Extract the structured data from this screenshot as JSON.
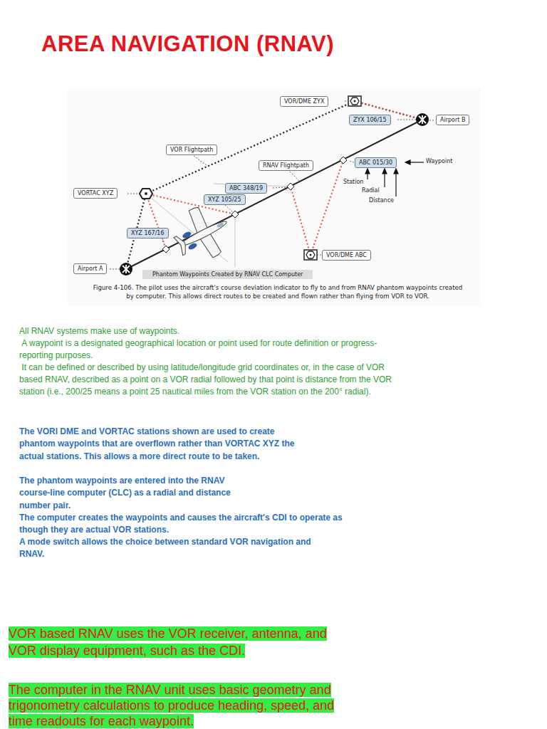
{
  "diagram": {
    "title": "AREA NAVIGATION (RNAV)",
    "caption": "Figure 4-106. The pilot uses the aircraft's course deviation indicator to fly to and from RNAV phantom waypoints created by computer. This allows direct routes to be created and flown rather than flying from VOR to VOR.",
    "nodes": [
      {
        "text": [
          "VOR/DME ZYX"
        ]
      },
      {
        "text": [
          "ZYX 106/15"
        ]
      },
      {
        "text": [
          "Airport B"
        ]
      },
      {
        "text": [
          "VOR Flightpath"
        ]
      },
      {
        "text": [
          "RNAV Flightpath"
        ]
      },
      {
        "text": [
          "ABC 015/30"
        ]
      },
      {
        "text": [
          "VORTAC XYZ"
        ]
      },
      {
        "text": [
          "ABC 348/19"
        ]
      },
      {
        "text": [
          "XYZ 105/25"
        ]
      },
      {
        "text": [
          "XYZ 167/16"
        ]
      },
      {
        "text": [
          "VOR/DME ABC"
        ]
      },
      {
        "text": [
          "Airport A"
        ]
      },
      {
        "text": [
          "Phantom Waypoints Created by RNAV CLC Computer"
        ]
      }
    ],
    "labels": [
      "Waypoint",
      "Station",
      "Radial",
      "Distance",
      "All RNAV systems make use of waypoints.",
      " A waypoint is a designated geographical location or point used for route definition or progress-reporting purposes.",
      " It can be defined or described by using latitude/longitude grid coordinates or, in the case of VOR based RNAV, described as a point on a VOR radial followed by that point is distance from the VOR station (i.e., 200/25 means a point 25 nautical miles from the VOR station on the 200° radial).",
      "The VORl DME and VORTAC stations shown are used to create phantom waypoints that are overflown rather than VORTAC XYZ the actual stations. This allows a more direct route to be taken.",
      "The phantom waypoints are entered into the RNAV course-line computer (CLC) as a radial and distance number pair.",
      "The computer creates the waypoints and causes the aircraft's CDI to operate as though they are actual VOR stations.",
      "A mode switch allows the choice between standard VOR navigation and RNAV.",
      "VOR based RNAV uses the VOR receiver, antenna, and VOR display equipment, such as the CDI.",
      "The computer in the RNAV unit uses basic geometry and trigonometry calculations to produce heading, speed, and time readouts for each waypoint."
    ]
  }
}
